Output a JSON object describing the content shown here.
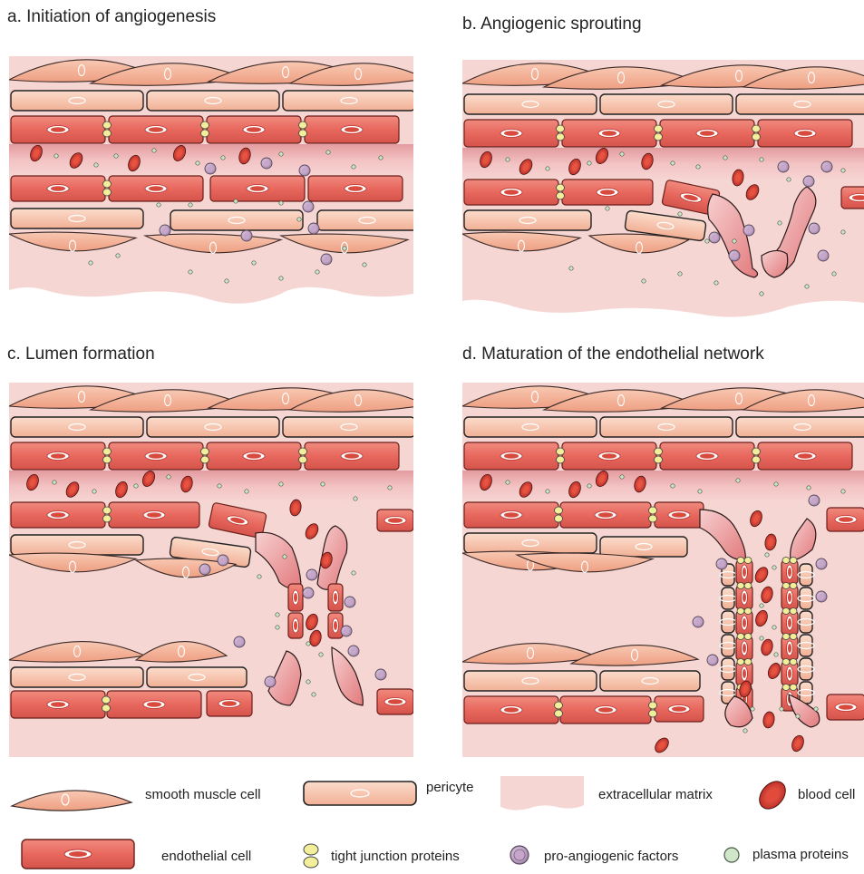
{
  "panels": [
    {
      "title": "a. Initiation of angiogenesis"
    },
    {
      "title": "b. Angiogenic sprouting"
    },
    {
      "title": "c. Lumen formation"
    },
    {
      "title": "d. Maturation of the endothelial network"
    }
  ],
  "legend": {
    "smooth_muscle_cell": "smooth muscle cell",
    "pericyte": "pericyte",
    "extracellular_matrix": "extracellular matrix",
    "blood_cell": "blood cell",
    "endothelial_cell": "endothelial cell",
    "tight_junction_proteins": "tight junction proteins",
    "pro_angiogenic_factors": "pro-angiogenic factors",
    "plasma_proteins": "plasma proteins"
  },
  "colors": {
    "extracellular_matrix": "#f6d6d3",
    "lumen": "#e9a3a6",
    "smooth_muscle": "#f4b49a",
    "pericyte": "#f6c2aa",
    "endothelial": "#e8685e",
    "blood_cell": "#d9352e",
    "tight_junction": "#f3ee9a",
    "pro_angiogenic": "#b49ab8",
    "plasma_protein": "#cfe6c8"
  }
}
